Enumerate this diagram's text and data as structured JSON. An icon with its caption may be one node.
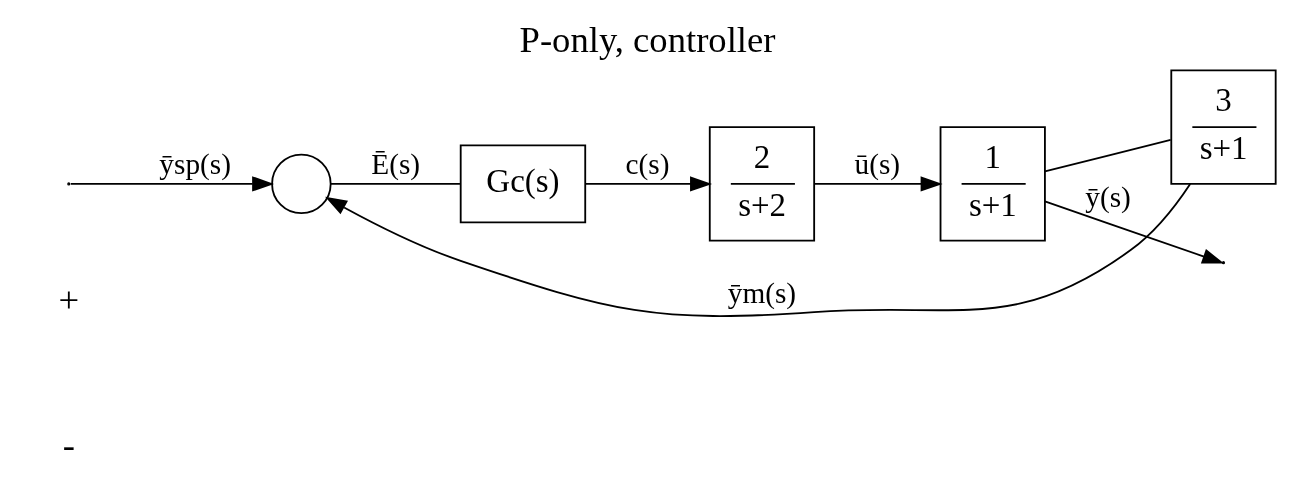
{
  "diagram": {
    "title": "P-only, controller",
    "nodes": [
      {
        "text": [],
        "shape": "circle"
      },
      {
        "text": [
          "Gc(s)"
        ]
      },
      {
        "text": [
          "2",
          "s+2"
        ]
      },
      {
        "text": [
          "1",
          "s+1"
        ]
      },
      {
        "text": [
          "3",
          "s+1"
        ]
      }
    ],
    "edges": [
      {
        "from": null,
        "to": 0,
        "arrow": "to",
        "label": "ȳsp(s)"
      },
      {
        "from": 0,
        "to": 1,
        "arrow": "none",
        "label": "Ē(s)"
      },
      {
        "from": 1,
        "to": 2,
        "arrow": "to",
        "label": "c(s)"
      },
      {
        "from": 2,
        "to": 3,
        "arrow": "to",
        "label": "ū(s)"
      },
      {
        "from": 3,
        "to": null,
        "arrow": "to",
        "label": "ȳ(s)"
      },
      {
        "from": 3,
        "to": 4,
        "arrow": "none"
      },
      {
        "from": 4,
        "to": 0,
        "arrow": "to",
        "label": "ȳm(s)"
      }
    ],
    "labels": [
      "+",
      "-"
    ]
  }
}
